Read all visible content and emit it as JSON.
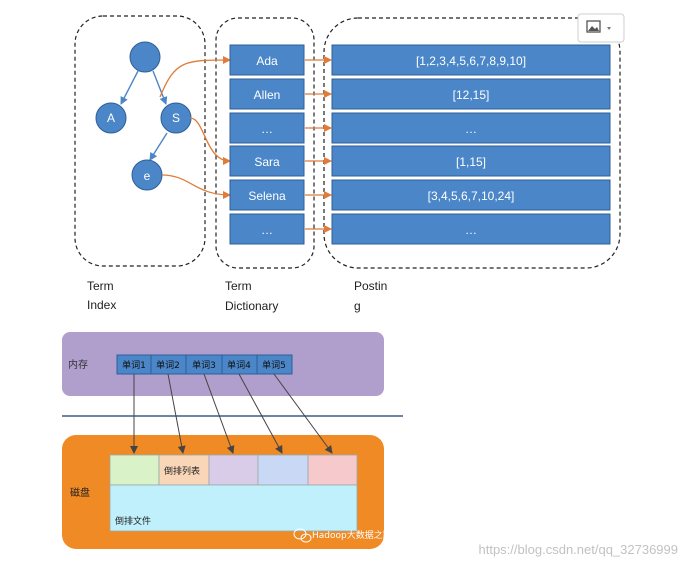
{
  "top": {
    "tree_nodes": {
      "root": "",
      "a": "A",
      "s": "S",
      "e": "e"
    },
    "dictionary_terms": [
      "Ada",
      "Allen",
      "…",
      "Sara",
      "Selena",
      "…"
    ],
    "postings": [
      "[1,2,3,4,5,6,7,8,9,10]",
      "[12,15]",
      "…",
      "[1,15]",
      "[3,4,5,6,7,10,24]",
      "…"
    ],
    "labels": {
      "term_index_1": "Term",
      "term_index_2": "Index",
      "term_dictionary_1": "Term",
      "term_dictionary_2": "Dictionary",
      "posting_1": "Postin",
      "posting_2": "g"
    }
  },
  "bottom": {
    "memory_label": "内存",
    "words": [
      "单词1",
      "单词2",
      "单词3",
      "单词4",
      "单词5"
    ],
    "disk_label": "磁盘",
    "inverted_list_label": "倒排列表",
    "inverted_file_label": "倒排文件",
    "watermark_brand": "Hadoop大数据之路",
    "watermark_url": "https://blog.csdn.net/qq_32736999"
  },
  "colors": {
    "node_fill": "#4a86c8",
    "box_fill": "#4a86c8",
    "arrow_orange": "#e07b39",
    "memory_bg": "#b09fcc",
    "disk_bg": "#f08a24",
    "divider": "#3d5a8c"
  }
}
